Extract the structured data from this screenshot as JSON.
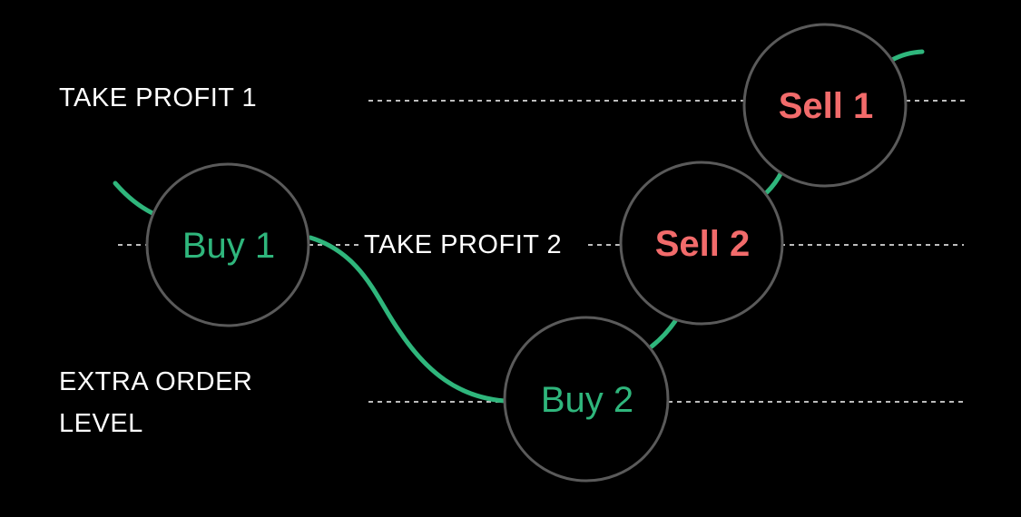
{
  "colors": {
    "background": "#000000",
    "price_line": "#2fb67c",
    "buy_text": "#2fb67c",
    "sell_text": "#f26b6b",
    "circle_stroke": "#5a5a5a",
    "dotted_line": "#bdbdbd",
    "label_text": "#ffffff"
  },
  "levels": [
    {
      "id": "take-profit-1",
      "label_lines": [
        "TAKE PROFIT 1"
      ]
    },
    {
      "id": "take-profit-2",
      "label_lines": [
        "TAKE PROFIT 2"
      ]
    },
    {
      "id": "extra-order-level",
      "label_lines": [
        "EXTRA ORDER",
        "LEVEL"
      ]
    }
  ],
  "nodes": [
    {
      "id": "buy-1",
      "label": "Buy 1",
      "kind": "buy"
    },
    {
      "id": "buy-2",
      "label": "Buy 2",
      "kind": "buy"
    },
    {
      "id": "sell-2",
      "label": "Sell 2",
      "kind": "sell"
    },
    {
      "id": "sell-1",
      "label": "Sell 1",
      "kind": "sell"
    }
  ]
}
